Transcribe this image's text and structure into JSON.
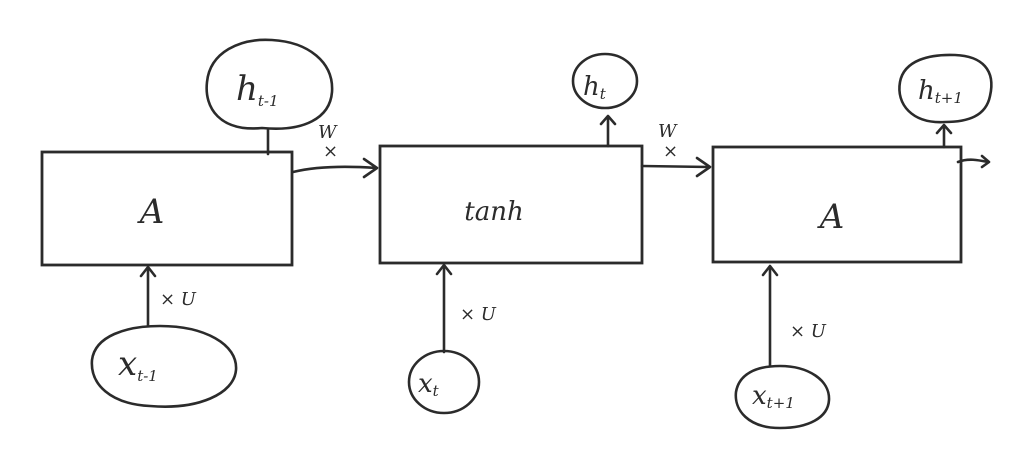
{
  "boxes": {
    "left": "A",
    "middle": "tanh",
    "right": "A"
  },
  "outputs": {
    "left": {
      "base": "h",
      "sub": "t-1"
    },
    "middle": {
      "base": "h",
      "sub": "t"
    },
    "right": {
      "base": "h",
      "sub": "t+1"
    }
  },
  "inputs": {
    "left": {
      "base": "x",
      "sub": "t-1"
    },
    "middle": {
      "base": "x",
      "sub": "t"
    },
    "right": {
      "base": "x",
      "sub": "t+1"
    }
  },
  "weights": {
    "recurrent": "W",
    "recurrent_op": "×",
    "input": "× U"
  }
}
